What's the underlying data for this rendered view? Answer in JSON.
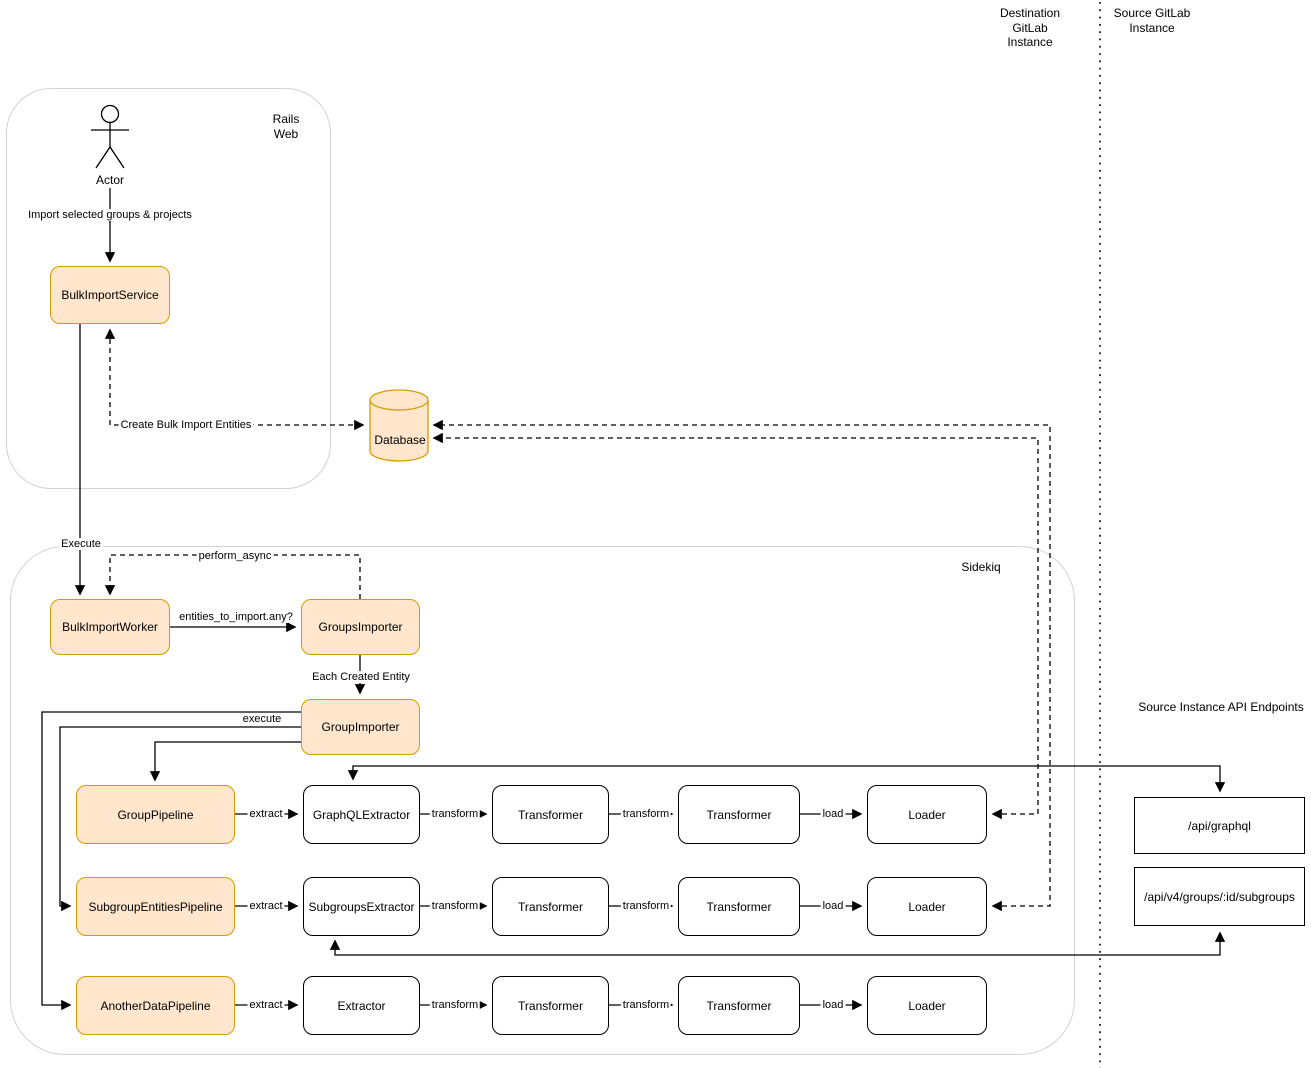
{
  "lanes": {
    "destination_label": "Destination GitLab Instance",
    "source_label": "Source GitLab Instance"
  },
  "containers": {
    "rails_web": "Rails Web",
    "sidekiq": "Sidekiq"
  },
  "actor": {
    "label": "Actor"
  },
  "nodes": {
    "bulk_import_service": "BulkImportService",
    "database": "Database",
    "bulk_import_worker": "BulkImportWorker",
    "groups_importer": "GroupsImporter",
    "group_importer": "GroupImporter",
    "group_pipeline": "GroupPipeline",
    "graphql_extractor": "GraphQLExtractor",
    "subgroup_entities_pipeline": "SubgroupEntitiesPipeline",
    "subgroups_extractor": "SubgroupsExtractor",
    "another_data_pipeline": "AnotherDataPipeline",
    "extractor": "Extractor",
    "transformer": "Transformer",
    "loader": "Loader"
  },
  "endpoints": {
    "title": "Source Instance API Endpoints",
    "graphql": "/api/graphql",
    "subgroups": "/api/v4/groups/:id/subgroups"
  },
  "edges": {
    "import_selected": "Import selected groups & projects",
    "create_entities": "Create Bulk Import Entities",
    "execute": "Execute",
    "perform_async": "perform_async",
    "entities_any": "entities_to_import.any?",
    "each_created_entity": "Each Created Entity",
    "execute_pipelines": "execute",
    "extract": "extract",
    "transform": "transform",
    "load": "load"
  },
  "colors": {
    "node_fill": "#ffe6cc",
    "node_stroke": "#d79b00",
    "line": "#000000",
    "container_stroke": "#d2d2d2"
  }
}
